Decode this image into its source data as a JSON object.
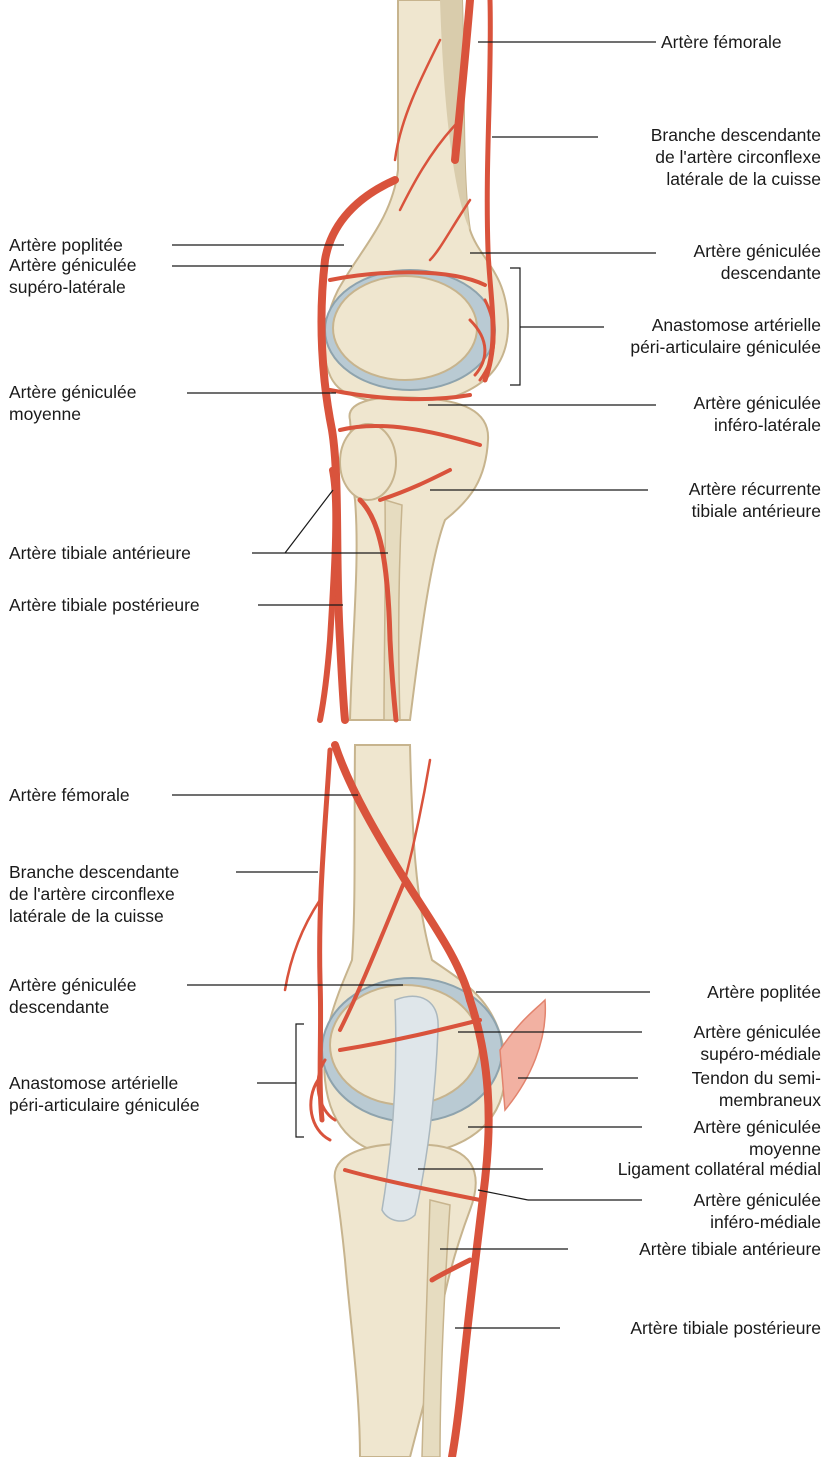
{
  "colors": {
    "bone": "#efe6cf",
    "bone_shade": "#d9ccac",
    "bone_edge": "#c7b48e",
    "cartilage": "#b9cad3",
    "ligament": "#dfe6ea",
    "artery": "#d9533c",
    "artery_dark": "#a9321f",
    "leader": "#1a1a1a"
  },
  "top_figure": {
    "labels": [
      {
        "id": "femorale",
        "text": "Artère fémorale"
      },
      {
        "id": "branche-descendante",
        "text": "Branche descendante\nde l'artère circonflexe\nlatérale de la cuisse"
      },
      {
        "id": "poplitee",
        "text": "Artère poplitée"
      },
      {
        "id": "geniculee-supero-laterale",
        "text": "Artère géniculée\nsupéro-latérale"
      },
      {
        "id": "geniculee-descendante",
        "text": "Artère géniculée\ndescendante"
      },
      {
        "id": "anastomose",
        "text": "Anastomose artérielle\npéri-articulaire géniculée"
      },
      {
        "id": "geniculee-moyenne",
        "text": "Artère géniculée\nmoyenne"
      },
      {
        "id": "geniculee-infero-laterale",
        "text": "Artère géniculée\ninféro-latérale"
      },
      {
        "id": "recurrente-tibiale",
        "text": "Artère récurrente\ntibiale antérieure"
      },
      {
        "id": "tibiale-anterieure",
        "text": "Artère tibiale antérieure"
      },
      {
        "id": "tibiale-posterieure",
        "text": "Artère tibiale postérieure"
      }
    ]
  },
  "bottom_figure": {
    "labels": [
      {
        "id": "femorale",
        "text": "Artère fémorale"
      },
      {
        "id": "branche-descendante",
        "text": "Branche descendante\nde l'artère circonflexe\nlatérale de la cuisse"
      },
      {
        "id": "geniculee-descendante",
        "text": "Artère géniculée\ndescendante"
      },
      {
        "id": "anastomose",
        "text": "Anastomose artérielle\npéri-articulaire géniculée"
      },
      {
        "id": "poplitee",
        "text": "Artère poplitée"
      },
      {
        "id": "geniculee-supero-mediale",
        "text": "Artère géniculée\nsupéro-médiale"
      },
      {
        "id": "tendon-semi-membraneux",
        "text": "Tendon du semi-\nmembraneux"
      },
      {
        "id": "geniculee-moyenne",
        "text": "Artère géniculée\nmoyenne"
      },
      {
        "id": "ligament-collateral",
        "text": "Ligament collatéral médial"
      },
      {
        "id": "geniculee-infero-mediale",
        "text": "Artère géniculée\ninféro-médiale"
      },
      {
        "id": "tibiale-anterieure",
        "text": "Artère tibiale antérieure"
      },
      {
        "id": "tibiale-posterieure",
        "text": "Artère tibiale postérieure"
      }
    ]
  }
}
